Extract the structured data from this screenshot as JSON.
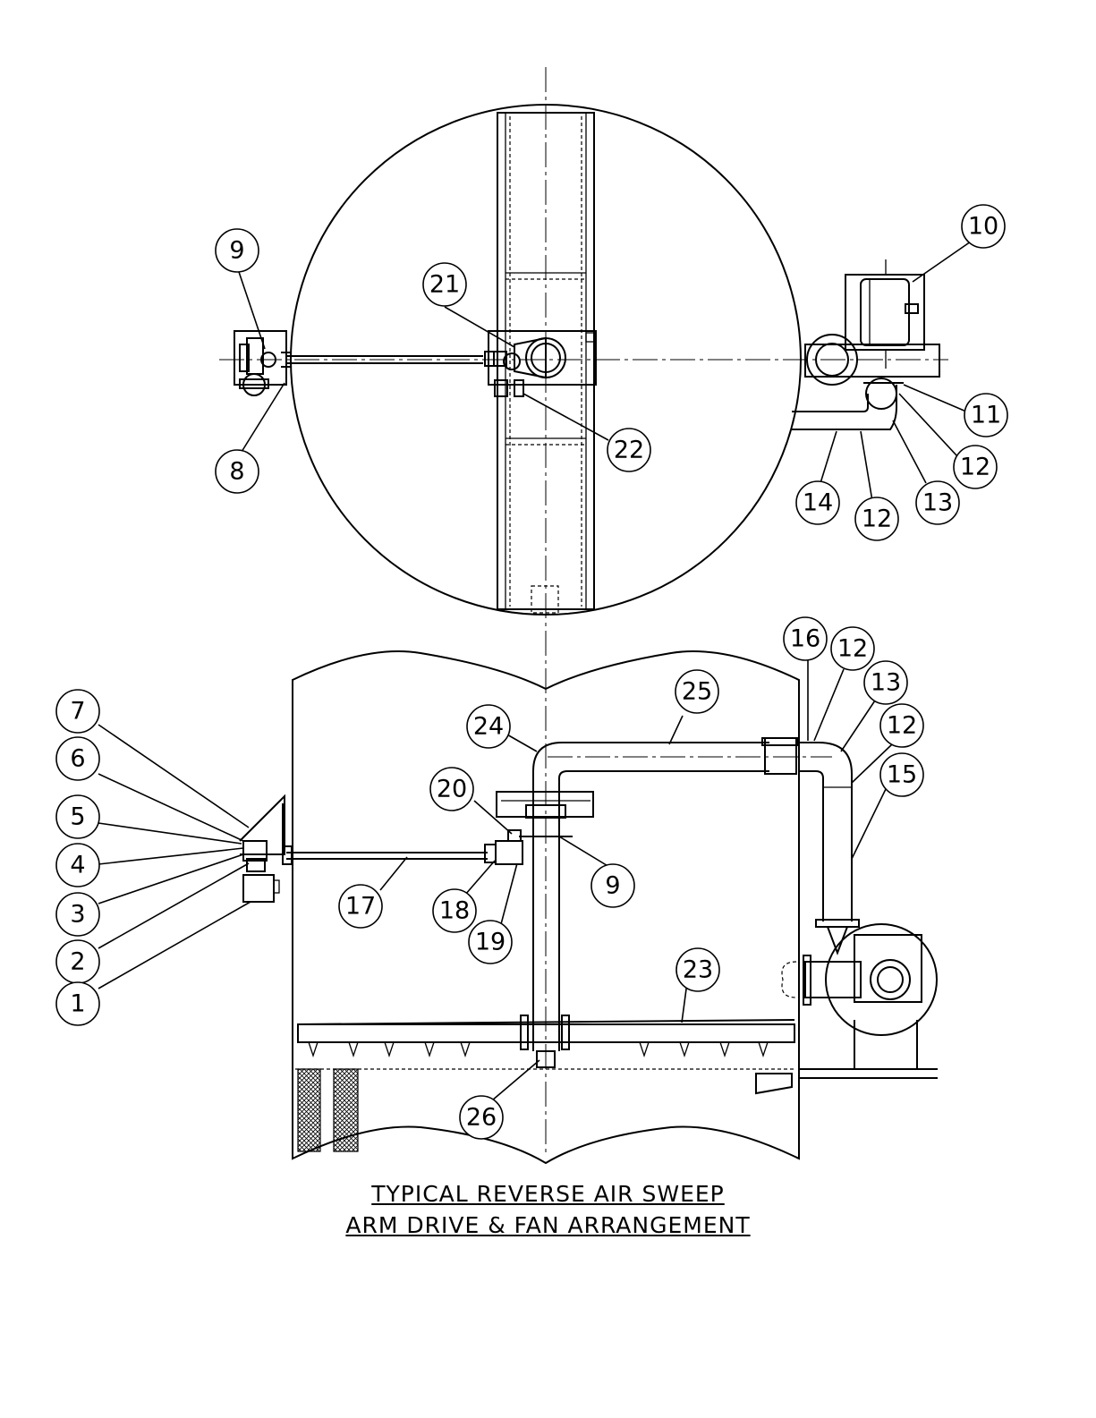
{
  "title": {
    "line1": "TYPICAL  REVERSE  AIR  SWEEP",
    "line2": "ARM  DRIVE  &  FAN  ARRANGEMENT"
  },
  "callouts": {
    "plan_view": [
      "9",
      "8",
      "21",
      "22",
      "10",
      "11",
      "12",
      "12",
      "13",
      "14"
    ],
    "elevation_view": [
      "7",
      "6",
      "5",
      "4",
      "3",
      "2",
      "1",
      "16",
      "12",
      "13",
      "12",
      "15",
      "25",
      "24",
      "20",
      "9",
      "17",
      "18",
      "19",
      "23",
      "26"
    ]
  }
}
